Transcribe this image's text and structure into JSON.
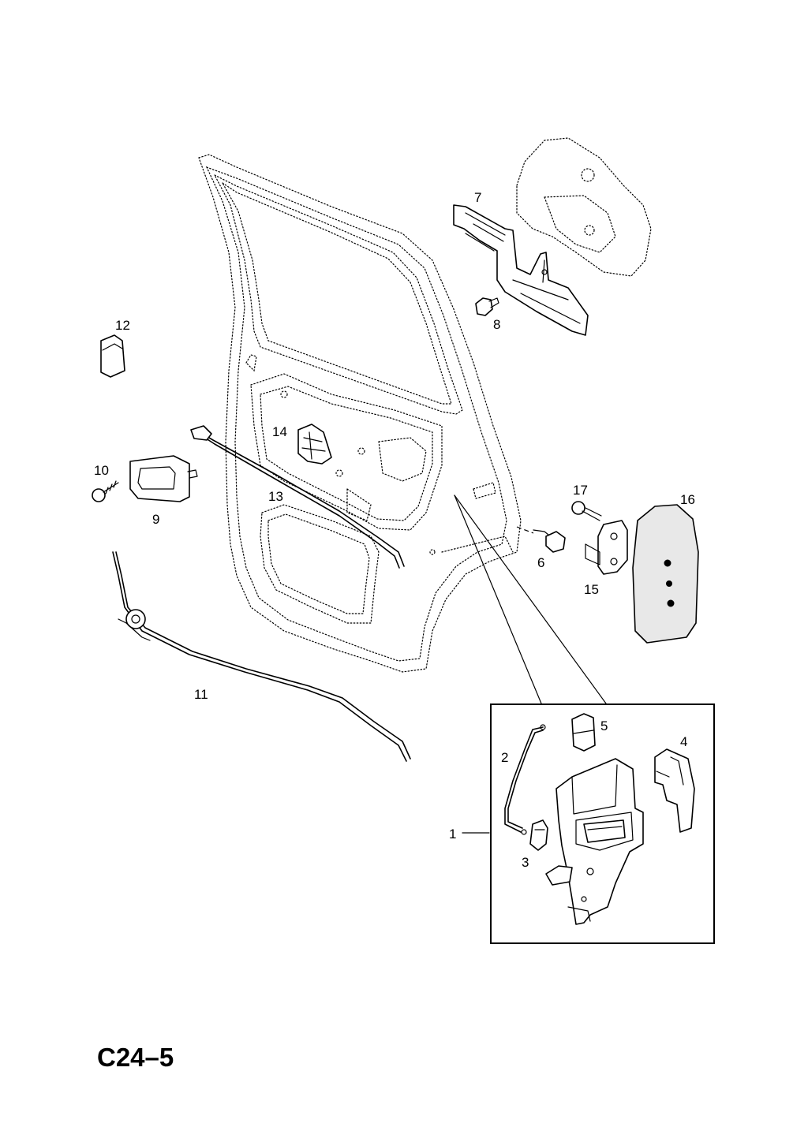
{
  "diagram": {
    "code": "C24–5",
    "callouts": {
      "p1": "1",
      "p2": "2",
      "p3": "3",
      "p4": "4",
      "p5": "5",
      "p6": "6",
      "p7": "7",
      "p8": "8",
      "p9": "9",
      "p10": "10",
      "p11": "11",
      "p12": "12",
      "p13": "13",
      "p14": "14",
      "p15": "15",
      "p16": "16",
      "p17": "17"
    }
  }
}
